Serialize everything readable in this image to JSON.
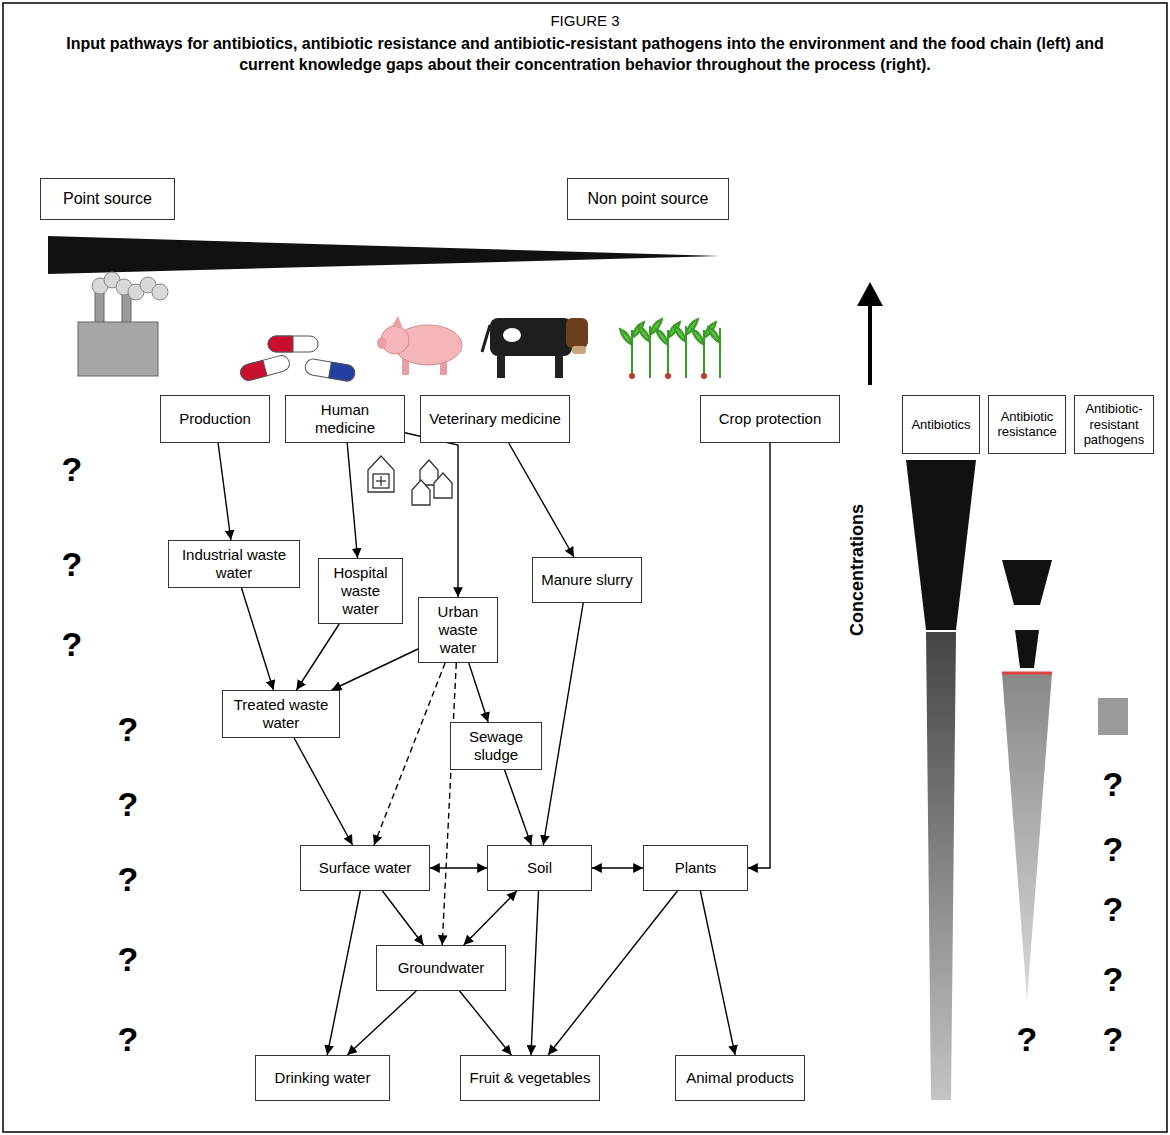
{
  "diagram": {
    "title": "FIGURE 3",
    "caption": "Input pathways for antibiotics, antibiotic resistance and antibiotic-resistant pathogens into the environment and the food chain (left) and current knowledge gaps about their concentration behavior throughout the process (right).",
    "nodes": [
      {
        "text": [
          "Point source"
        ]
      },
      {
        "text": [
          "Non point source"
        ]
      },
      {
        "text": [
          "Production"
        ]
      },
      {
        "text": [
          "Human medicine"
        ]
      },
      {
        "text": [
          "Veterinary medicine"
        ]
      },
      {
        "text": [
          "Crop protection"
        ]
      },
      {
        "text": [
          "Antibiotics"
        ]
      },
      {
        "text": [
          "Antibiotic resistance"
        ]
      },
      {
        "text": [
          "Antibiotic-resistant pathogens"
        ]
      },
      {
        "text": [
          "Industrial waste water"
        ]
      },
      {
        "text": [
          "Hospital waste water"
        ]
      },
      {
        "text": [
          "Urban waste water"
        ]
      },
      {
        "text": [
          "Manure slurry"
        ]
      },
      {
        "text": [
          "Treated waste water"
        ]
      },
      {
        "text": [
          "Sewage sludge"
        ]
      },
      {
        "text": [
          "Surface water"
        ]
      },
      {
        "text": [
          "Soil"
        ]
      },
      {
        "text": [
          "Plants"
        ]
      },
      {
        "text": [
          "Groundwater"
        ]
      },
      {
        "text": [
          "Drinking water"
        ]
      },
      {
        "text": [
          "Fruit & vegetables"
        ]
      },
      {
        "text": [
          "Animal products"
        ]
      }
    ],
    "edges": [
      {
        "from": 2,
        "to": 9,
        "arrow": "to"
      },
      {
        "from": 3,
        "to": 10,
        "arrow": "to"
      },
      {
        "from": 3,
        "to": 11,
        "arrow": "to"
      },
      {
        "from": 4,
        "to": 12,
        "arrow": "to"
      },
      {
        "from": 5,
        "to": 17,
        "arrow": "to"
      },
      {
        "from": 9,
        "to": 13,
        "arrow": "to"
      },
      {
        "from": 10,
        "to": 13,
        "arrow": "to"
      },
      {
        "from": 11,
        "to": 13,
        "arrow": "to"
      },
      {
        "from": 11,
        "to": 14,
        "arrow": "to"
      },
      {
        "from": 11,
        "to": 15,
        "arrow": "to"
      },
      {
        "from": 11,
        "to": 18,
        "arrow": "to"
      },
      {
        "from": 12,
        "to": 16,
        "arrow": "to"
      },
      {
        "from": 13,
        "to": 15,
        "arrow": "to"
      },
      {
        "from": 14,
        "to": 16,
        "arrow": "to"
      },
      {
        "from": 15,
        "to": 16,
        "arrow": "both"
      },
      {
        "from": 16,
        "to": 17,
        "arrow": "both"
      },
      {
        "from": 15,
        "to": 18,
        "arrow": "to"
      },
      {
        "from": 16,
        "to": 18,
        "arrow": "both"
      },
      {
        "from": 15,
        "to": 19,
        "arrow": "to"
      },
      {
        "from": 18,
        "to": 19,
        "arrow": "to"
      },
      {
        "from": 18,
        "to": 20,
        "arrow": "to"
      },
      {
        "from": 16,
        "to": 20,
        "arrow": "to"
      },
      {
        "from": 17,
        "to": 20,
        "arrow": "to"
      },
      {
        "from": 17,
        "to": 21,
        "arrow": "to"
      }
    ],
    "labels": [
      "Concentrations",
      "?",
      "?",
      "?",
      "?",
      "?",
      "?",
      "?",
      "?",
      "?",
      "?",
      "?",
      "?",
      "?",
      "?"
    ]
  }
}
